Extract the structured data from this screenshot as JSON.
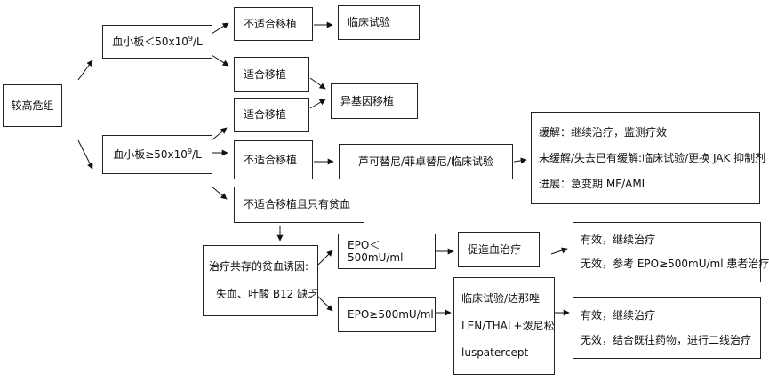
{
  "nodes": {
    "high_risk": "较高危组",
    "plt_low": {
      "prefix": "血小板＜50x10",
      "sup": "9",
      "suffix": "/L"
    },
    "plt_high": {
      "prefix": "血小板≥50x10",
      "sup": "9",
      "suffix": "/L"
    },
    "not_transplant_1": "不适合移植",
    "clinical_trial": "临床试验",
    "transplant_1": "适合移植",
    "allo_transplant": "异基因移植",
    "transplant_2": "适合移植",
    "not_transplant_2": "不适合移植",
    "jak_drugs": "芦可替尼/菲卓替尼/临床试验",
    "not_transplant_anemia": "不适合移植且只有贫血",
    "response_box": {
      "line1": "缓解：继续治疗，监测疗效",
      "line2": "未缓解/失去已有缓解:临床试验/更换 JAK 抑制剂",
      "line3": "进展：急变期 MF/AML"
    },
    "anemia_cause": {
      "line1": "治疗共存的贫血诱因:",
      "line2": "失血、叶酸 B12 缺乏"
    },
    "epo_low": "EPO＜500mU/ml",
    "epo_high": "EPO≥500mU/ml",
    "promote_hematopoiesis": "促造血治疗",
    "epo_low_result": {
      "line1": "有效，继续治疗",
      "line2": "无效，参考 EPO≥500mU/ml 患者治疗"
    },
    "second_line": {
      "line1": "临床试验/达那唑",
      "line2": "LEN/THAL+泼尼松",
      "line3": "luspatercept"
    },
    "epo_high_result": {
      "line1": "有效，继续治疗",
      "line2": "无效，结合既往药物，进行二线治疗"
    }
  }
}
